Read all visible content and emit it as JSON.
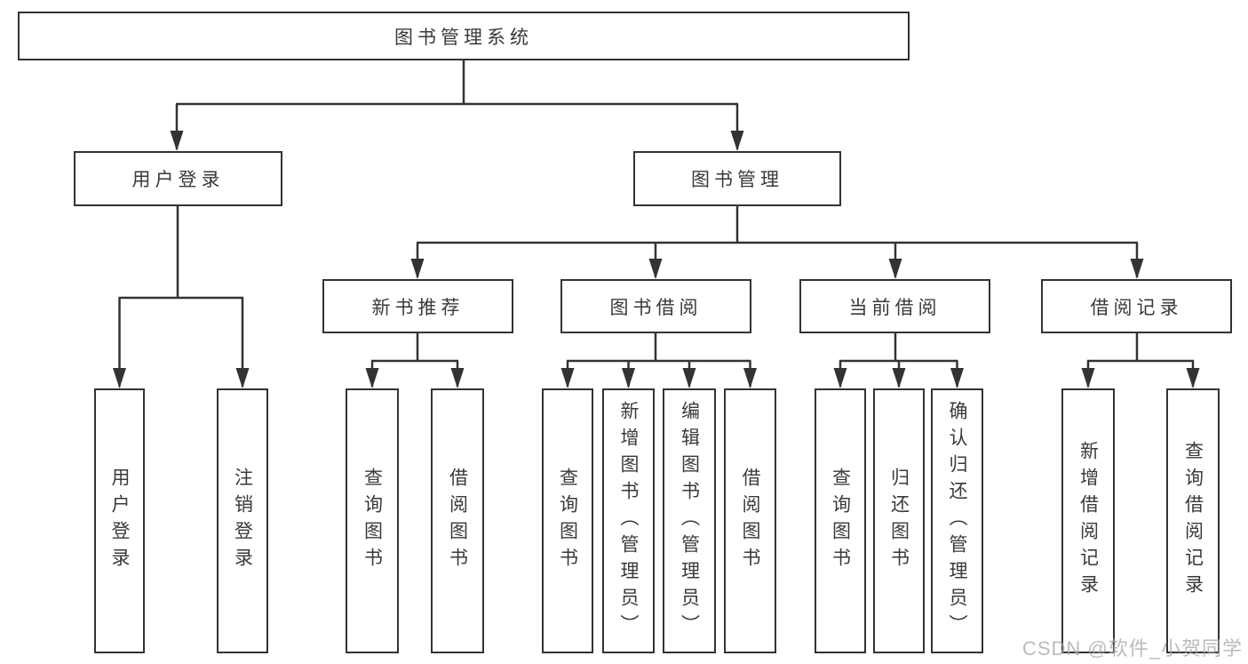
{
  "diagram": {
    "type": "hierarchy-tree",
    "colors": {
      "line": "#333333",
      "box_border": "#333333",
      "text": "#3a3a3a",
      "background": "#ffffff",
      "watermark": "#a8a8a8"
    },
    "nodes": {
      "root": "图书管理系统",
      "user_login": "用户登录",
      "book_mgmt": "图书管理",
      "new_book_rec": "新书推荐",
      "book_borrow": "图书借阅",
      "current_borrow": "当前借阅",
      "borrow_records": "借阅记录",
      "user_login_leaf": "用户登录",
      "logout_leaf": "注销登录",
      "rec_query_book": "查询图书",
      "rec_borrow_book": "借阅图书",
      "bb_query_book": "查询图书",
      "bb_add_book": "新增图书（管理员）",
      "bb_edit_book": "编辑图书（管理员）",
      "bb_borrow_book": "借阅图书",
      "cb_query_book": "查询图书",
      "cb_return_book": "归还图书",
      "cb_confirm_return": "确认归还（管理员）",
      "br_add_record": "新增借阅记录",
      "br_query_record": "查询借阅记录"
    },
    "edges": [
      [
        "root",
        "user_login"
      ],
      [
        "root",
        "book_mgmt"
      ],
      [
        "user_login",
        "user_login_leaf"
      ],
      [
        "user_login",
        "logout_leaf"
      ],
      [
        "book_mgmt",
        "new_book_rec"
      ],
      [
        "book_mgmt",
        "book_borrow"
      ],
      [
        "book_mgmt",
        "current_borrow"
      ],
      [
        "book_mgmt",
        "borrow_records"
      ],
      [
        "new_book_rec",
        "rec_query_book"
      ],
      [
        "new_book_rec",
        "rec_borrow_book"
      ],
      [
        "book_borrow",
        "bb_query_book"
      ],
      [
        "book_borrow",
        "bb_add_book"
      ],
      [
        "book_borrow",
        "bb_edit_book"
      ],
      [
        "book_borrow",
        "bb_borrow_book"
      ],
      [
        "current_borrow",
        "cb_query_book"
      ],
      [
        "current_borrow",
        "cb_return_book"
      ],
      [
        "current_borrow",
        "cb_confirm_return"
      ],
      [
        "borrow_records",
        "br_add_record"
      ],
      [
        "borrow_records",
        "br_query_record"
      ]
    ],
    "watermark": "CSDN @软件_小贺同学"
  }
}
